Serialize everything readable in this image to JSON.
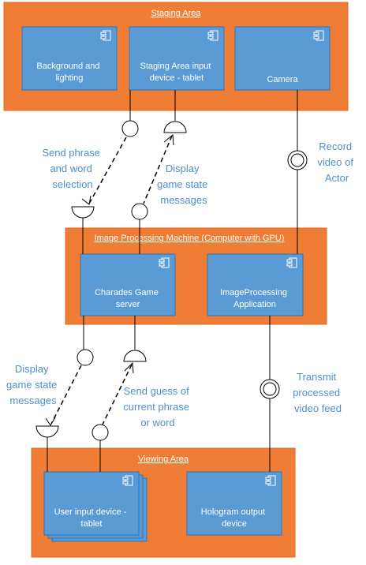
{
  "colors": {
    "package_fill": "#ef7d35",
    "package_border": "#d96b20",
    "component_fill": "#5b9bd5",
    "component_border": "#2e75b6",
    "label_text": "#4f8fd0"
  },
  "packages": {
    "staging": {
      "title": "Staging Area",
      "components": {
        "background": [
          "Background and",
          "lighting"
        ],
        "tablet": [
          "Staging Area input",
          "device - tablet"
        ],
        "camera": [
          "Camera"
        ]
      }
    },
    "processing": {
      "title": "Image Processing Machine (Computer with GPU)",
      "components": {
        "server": [
          "Charades Game",
          "server"
        ],
        "imageproc": [
          "ImageProcessing",
          "Application"
        ]
      }
    },
    "viewing": {
      "title": "Viewing Area",
      "components": {
        "userinput": [
          "User input device -",
          "tablet"
        ],
        "hologram": [
          "Hologram output",
          "device"
        ]
      }
    }
  },
  "connectors": {
    "send_phrase": [
      "Send phrase",
      "and word",
      "selection"
    ],
    "display_upper": [
      "Display",
      "game state",
      "messages"
    ],
    "record_video": [
      "Record",
      "video of",
      "Actor"
    ],
    "display_lower": [
      "Display",
      "game state",
      "messages"
    ],
    "send_guess": [
      "Send guess of",
      "current phrase",
      "or word"
    ],
    "transmit": [
      "Transmit",
      "processed",
      "video feed"
    ]
  }
}
